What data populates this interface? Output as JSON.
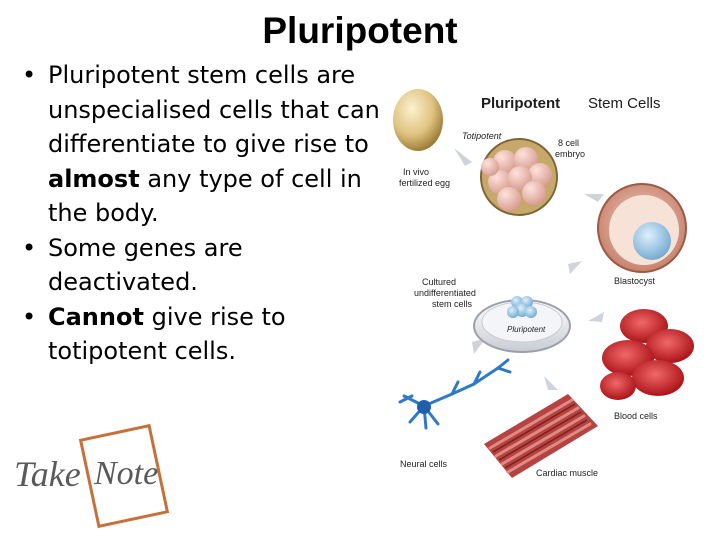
{
  "slide": {
    "title": "Pluripotent",
    "bullets": [
      {
        "pre": "Pluripotent stem cells are unspecialised cells that can differentiate to give rise to ",
        "bold": "almost",
        "post": " any type of cell in the body."
      },
      {
        "pre": "Some genes are deactivated.",
        "bold": "",
        "post": ""
      },
      {
        "pre": "",
        "bold": "Cannot",
        "post": " give rise to totipotent cells."
      }
    ]
  },
  "logo": {
    "text_left": "Take",
    "text_right": "Note"
  },
  "diagram": {
    "title_bold": "Pluripotent",
    "title_rest": "Stem Cells",
    "labels": {
      "totipotent": "Totipotent",
      "eight_cell_1": "8 cell",
      "eight_cell_2": "embryo",
      "invivo_1": "In vivo",
      "invivo_2": "fertilized egg",
      "blastocyst": "Blastocyst",
      "cultured_1": "Cultured",
      "cultured_2": "undifferentiated",
      "cultured_3": "stem cells",
      "pluripotent": "Pluripotent",
      "blood": "Blood cells",
      "neural": "Neural cells",
      "cardiac": "Cardiac muscle"
    }
  }
}
